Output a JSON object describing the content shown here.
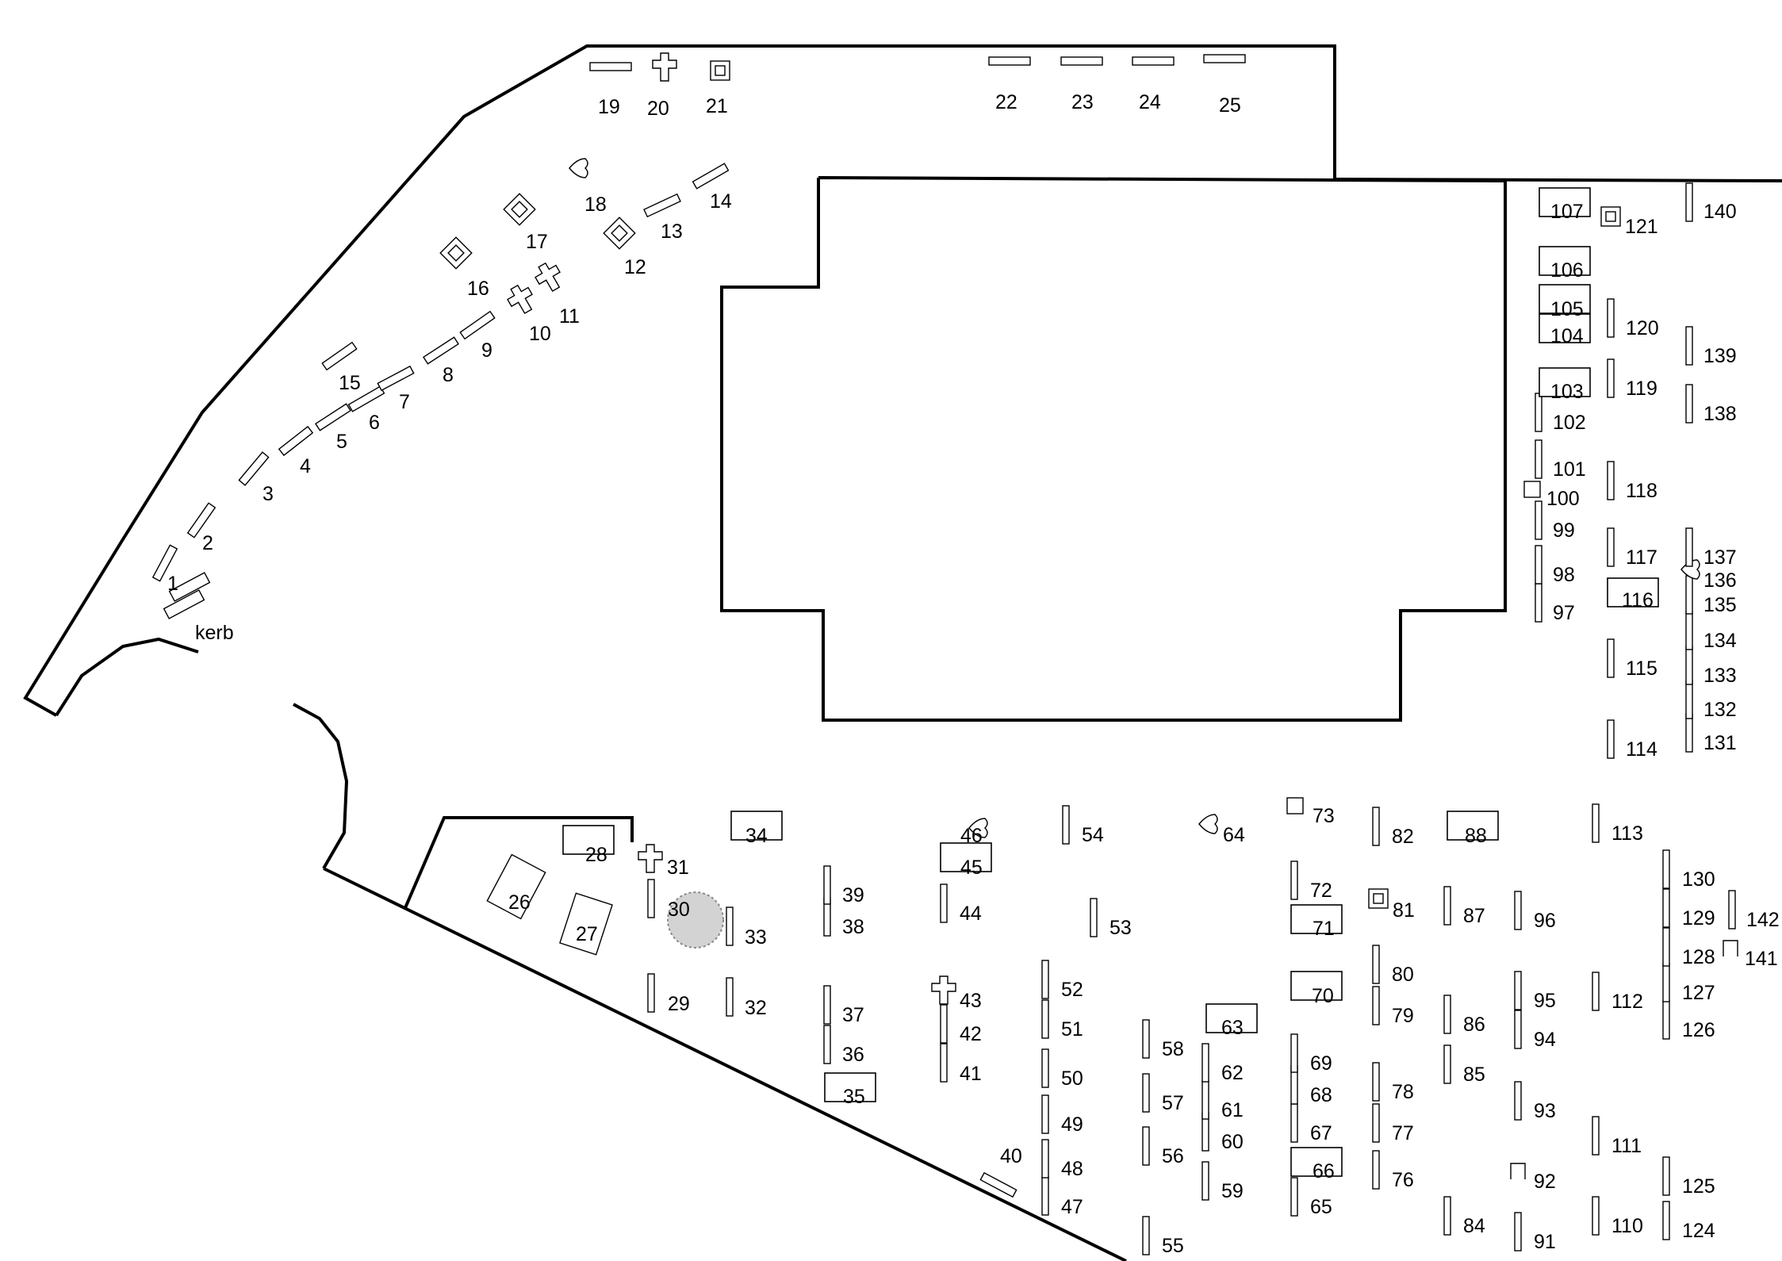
{
  "map": {
    "kerb_label": "kerb",
    "colors": {
      "line": "#000000",
      "background": "#ffffff",
      "tree": "#d3d3d3"
    }
  },
  "plots": [
    {
      "id": "p1",
      "label": "1"
    },
    {
      "id": "p2",
      "label": "2"
    },
    {
      "id": "p3",
      "label": "3"
    },
    {
      "id": "p4",
      "label": "4"
    },
    {
      "id": "p5",
      "label": "5"
    },
    {
      "id": "p6",
      "label": "6"
    },
    {
      "id": "p7",
      "label": "7"
    },
    {
      "id": "p8",
      "label": "8"
    },
    {
      "id": "p9",
      "label": "9"
    },
    {
      "id": "p10",
      "label": "10"
    },
    {
      "id": "p11",
      "label": "11"
    },
    {
      "id": "p12",
      "label": "12"
    },
    {
      "id": "p13",
      "label": "13"
    },
    {
      "id": "p14",
      "label": "14"
    },
    {
      "id": "p15",
      "label": "15"
    },
    {
      "id": "p16",
      "label": "16"
    },
    {
      "id": "p17",
      "label": "17"
    },
    {
      "id": "p18",
      "label": "18"
    },
    {
      "id": "p19",
      "label": "19"
    },
    {
      "id": "p20",
      "label": "20"
    },
    {
      "id": "p21",
      "label": "21"
    },
    {
      "id": "p22",
      "label": "22"
    },
    {
      "id": "p23",
      "label": "23"
    },
    {
      "id": "p24",
      "label": "24"
    },
    {
      "id": "p25",
      "label": "25"
    },
    {
      "id": "p26",
      "label": "26"
    },
    {
      "id": "p27",
      "label": "27"
    },
    {
      "id": "p28",
      "label": "28"
    },
    {
      "id": "p29",
      "label": "29"
    },
    {
      "id": "p30",
      "label": "30"
    },
    {
      "id": "p31",
      "label": "31"
    },
    {
      "id": "p32",
      "label": "32"
    },
    {
      "id": "p33",
      "label": "33"
    },
    {
      "id": "p34",
      "label": "34"
    },
    {
      "id": "p35",
      "label": "35"
    },
    {
      "id": "p36",
      "label": "36"
    },
    {
      "id": "p37",
      "label": "37"
    },
    {
      "id": "p38",
      "label": "38"
    },
    {
      "id": "p39",
      "label": "39"
    },
    {
      "id": "p40",
      "label": "40"
    },
    {
      "id": "p41",
      "label": "41"
    },
    {
      "id": "p42",
      "label": "42"
    },
    {
      "id": "p43",
      "label": "43"
    },
    {
      "id": "p44",
      "label": "44"
    },
    {
      "id": "p45",
      "label": "45"
    },
    {
      "id": "p46",
      "label": "46"
    },
    {
      "id": "p47",
      "label": "47"
    },
    {
      "id": "p48",
      "label": "48"
    },
    {
      "id": "p49",
      "label": "49"
    },
    {
      "id": "p50",
      "label": "50"
    },
    {
      "id": "p51",
      "label": "51"
    },
    {
      "id": "p52",
      "label": "52"
    },
    {
      "id": "p53",
      "label": "53"
    },
    {
      "id": "p54",
      "label": "54"
    },
    {
      "id": "p55",
      "label": "55"
    },
    {
      "id": "p56",
      "label": "56"
    },
    {
      "id": "p57",
      "label": "57"
    },
    {
      "id": "p58",
      "label": "58"
    },
    {
      "id": "p59",
      "label": "59"
    },
    {
      "id": "p60",
      "label": "60"
    },
    {
      "id": "p61",
      "label": "61"
    },
    {
      "id": "p62",
      "label": "62"
    },
    {
      "id": "p63",
      "label": "63"
    },
    {
      "id": "p64",
      "label": "64"
    },
    {
      "id": "p65",
      "label": "65"
    },
    {
      "id": "p66",
      "label": "66"
    },
    {
      "id": "p67",
      "label": "67"
    },
    {
      "id": "p68",
      "label": "68"
    },
    {
      "id": "p69",
      "label": "69"
    },
    {
      "id": "p70",
      "label": "70"
    },
    {
      "id": "p71",
      "label": "71"
    },
    {
      "id": "p72",
      "label": "72"
    },
    {
      "id": "p73",
      "label": "73"
    },
    {
      "id": "p76",
      "label": "76"
    },
    {
      "id": "p77",
      "label": "77"
    },
    {
      "id": "p78",
      "label": "78"
    },
    {
      "id": "p79",
      "label": "79"
    },
    {
      "id": "p80",
      "label": "80"
    },
    {
      "id": "p81",
      "label": "81"
    },
    {
      "id": "p82",
      "label": "82"
    },
    {
      "id": "p84",
      "label": "84"
    },
    {
      "id": "p85",
      "label": "85"
    },
    {
      "id": "p86",
      "label": "86"
    },
    {
      "id": "p87",
      "label": "87"
    },
    {
      "id": "p88",
      "label": "88"
    },
    {
      "id": "p91",
      "label": "91"
    },
    {
      "id": "p92",
      "label": "92"
    },
    {
      "id": "p93",
      "label": "93"
    },
    {
      "id": "p94",
      "label": "94"
    },
    {
      "id": "p95",
      "label": "95"
    },
    {
      "id": "p96",
      "label": "96"
    },
    {
      "id": "p97",
      "label": "97"
    },
    {
      "id": "p98",
      "label": "98"
    },
    {
      "id": "p99",
      "label": "99"
    },
    {
      "id": "p100",
      "label": "100"
    },
    {
      "id": "p101",
      "label": "101"
    },
    {
      "id": "p102",
      "label": "102"
    },
    {
      "id": "p103",
      "label": "103"
    },
    {
      "id": "p104",
      "label": "104"
    },
    {
      "id": "p105",
      "label": "105"
    },
    {
      "id": "p106",
      "label": "106"
    },
    {
      "id": "p107",
      "label": "107"
    },
    {
      "id": "p110",
      "label": "110"
    },
    {
      "id": "p111",
      "label": "111"
    },
    {
      "id": "p112",
      "label": "112"
    },
    {
      "id": "p113",
      "label": "113"
    },
    {
      "id": "p114",
      "label": "114"
    },
    {
      "id": "p115",
      "label": "115"
    },
    {
      "id": "p116",
      "label": "116"
    },
    {
      "id": "p117",
      "label": "117"
    },
    {
      "id": "p118",
      "label": "118"
    },
    {
      "id": "p119",
      "label": "119"
    },
    {
      "id": "p120",
      "label": "120"
    },
    {
      "id": "p121",
      "label": "121"
    },
    {
      "id": "p124",
      "label": "124"
    },
    {
      "id": "p125",
      "label": "125"
    },
    {
      "id": "p126",
      "label": "126"
    },
    {
      "id": "p127",
      "label": "127"
    },
    {
      "id": "p128",
      "label": "128"
    },
    {
      "id": "p129",
      "label": "129"
    },
    {
      "id": "p130",
      "label": "130"
    },
    {
      "id": "p131",
      "label": "131"
    },
    {
      "id": "p132",
      "label": "132"
    },
    {
      "id": "p133",
      "label": "133"
    },
    {
      "id": "p134",
      "label": "134"
    },
    {
      "id": "p135",
      "label": "135"
    },
    {
      "id": "p136",
      "label": "136"
    },
    {
      "id": "p137",
      "label": "137"
    },
    {
      "id": "p138",
      "label": "138"
    },
    {
      "id": "p139",
      "label": "139"
    },
    {
      "id": "p140",
      "label": "140"
    },
    {
      "id": "p141",
      "label": "141"
    },
    {
      "id": "p142",
      "label": "142"
    }
  ]
}
